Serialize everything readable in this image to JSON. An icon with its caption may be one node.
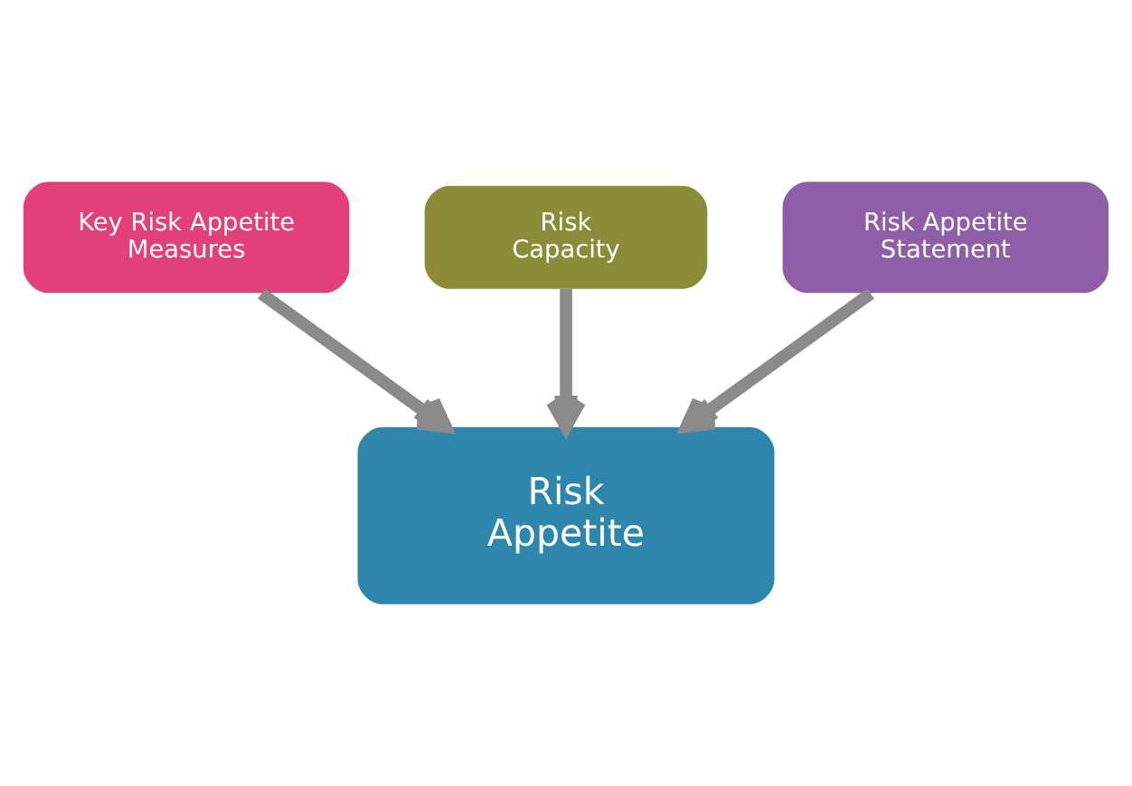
{
  "diagram": {
    "nodes": [
      {
        "text": [
          "Risk Capacity"
        ]
      },
      {
        "text": [
          "Key Risk Appetite Measures"
        ]
      },
      {
        "text": [
          "Risk Appetite Statement"
        ]
      },
      {
        "text": [
          "Risk Appetite"
        ]
      }
    ],
    "edges": [
      {
        "from": 1,
        "to": 3,
        "arrow": "to"
      },
      {
        "from": 0,
        "to": 3,
        "arrow": "to"
      },
      {
        "from": 2,
        "to": 3,
        "arrow": "to"
      }
    ]
  }
}
